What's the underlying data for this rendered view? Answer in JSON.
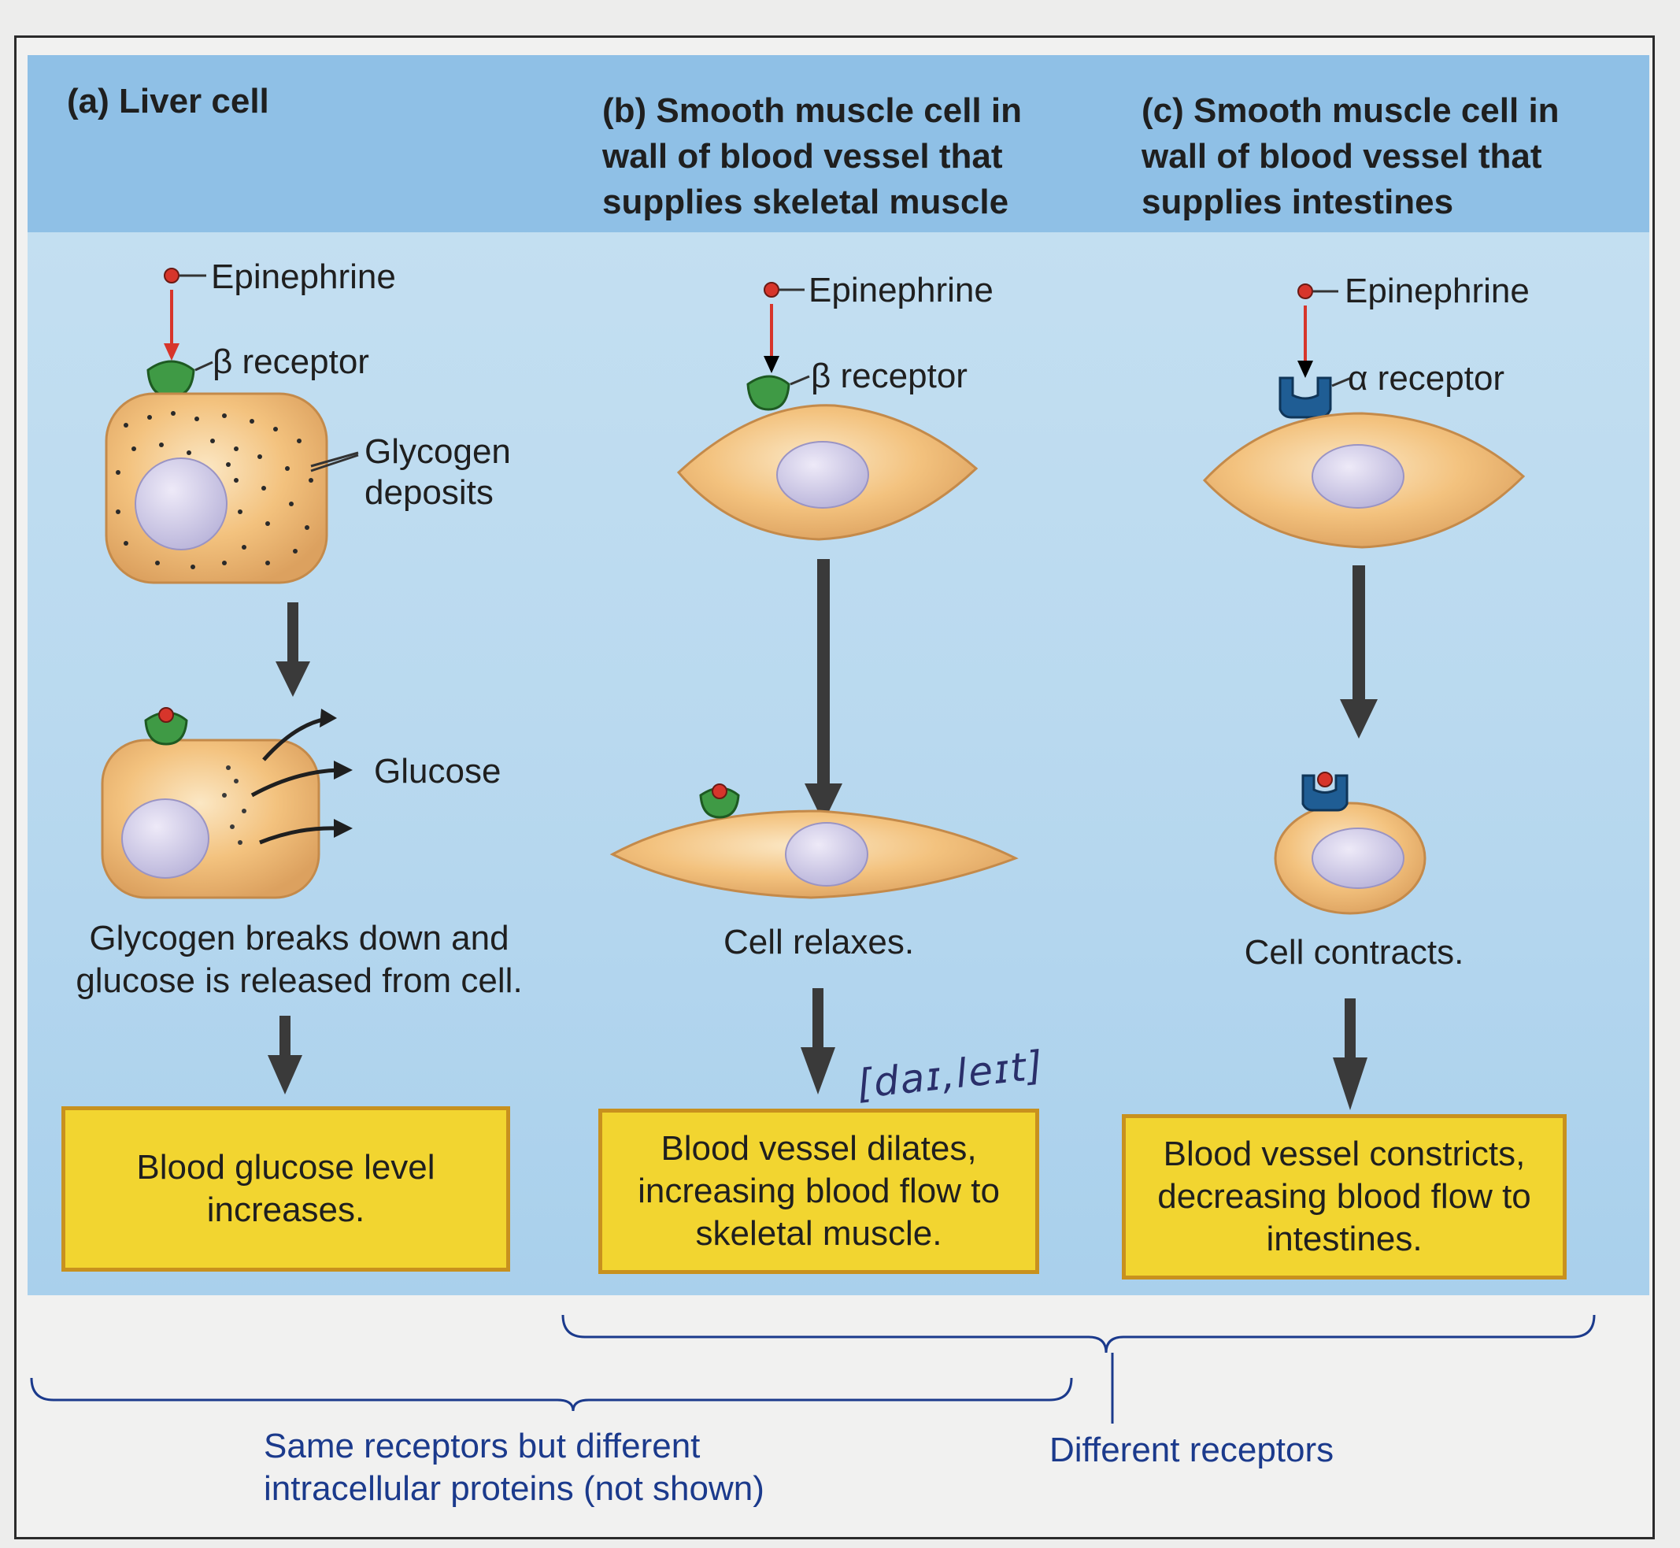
{
  "panels": [
    {
      "title": "(a) Liver cell",
      "epinephrine_label": "Epinephrine",
      "receptor_label": "β receptor",
      "glycogen_label": "Glycogen deposits",
      "glucose_label": "Glucose",
      "caption": "Glycogen breaks down and glucose is released from cell.",
      "result": "Blood glucose level increases."
    },
    {
      "title": "(b) Smooth muscle cell in wall of blood vessel that supplies skeletal muscle",
      "epinephrine_label": "Epinephrine",
      "receptor_label": "β receptor",
      "caption": "Cell relaxes.",
      "result": "Blood vessel dilates, increasing blood flow to skeletal muscle."
    },
    {
      "title": "(c) Smooth muscle cell in wall of blood vessel that supplies intestines",
      "epinephrine_label": "Epinephrine",
      "receptor_label": "α receptor",
      "caption": "Cell contracts.",
      "result": "Blood vessel constricts, decreasing blood flow to intestines."
    }
  ],
  "bottom": {
    "same_receptors": "Same receptors but different intracellular proteins (not shown)",
    "different_receptors": "Different receptors"
  },
  "handwriting": "[daɪ,leɪt]",
  "colors": {
    "panel_header": "#8fc0e6",
    "cell_fill": "#f3c27e",
    "nucleus": "#c9c6e3",
    "beta_receptor": "#3f9a45",
    "alpha_receptor": "#1f5d94",
    "epinephrine": "#d7352b",
    "result_box": "#f2d530",
    "bottom_text": "#1b3a8c"
  }
}
